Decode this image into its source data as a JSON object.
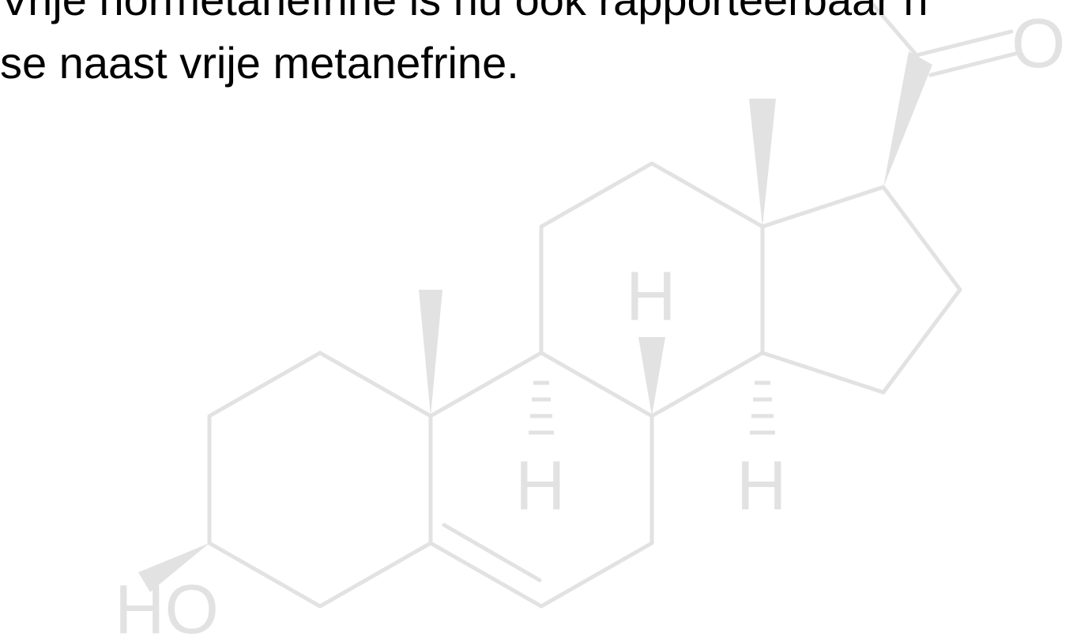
{
  "slide": {
    "lines": [
      "Vrije normetanefrine is nu ook rapporteerbaar n",
      "se naast vrije metanefrine."
    ]
  },
  "molecule": {
    "atom_labels": {
      "hydroxyl": "HO",
      "ketone_oxygen": "O",
      "h_top": "H",
      "h_bottom_left": "H",
      "h_bottom_right": "H"
    },
    "color": "#e2e2e2"
  }
}
